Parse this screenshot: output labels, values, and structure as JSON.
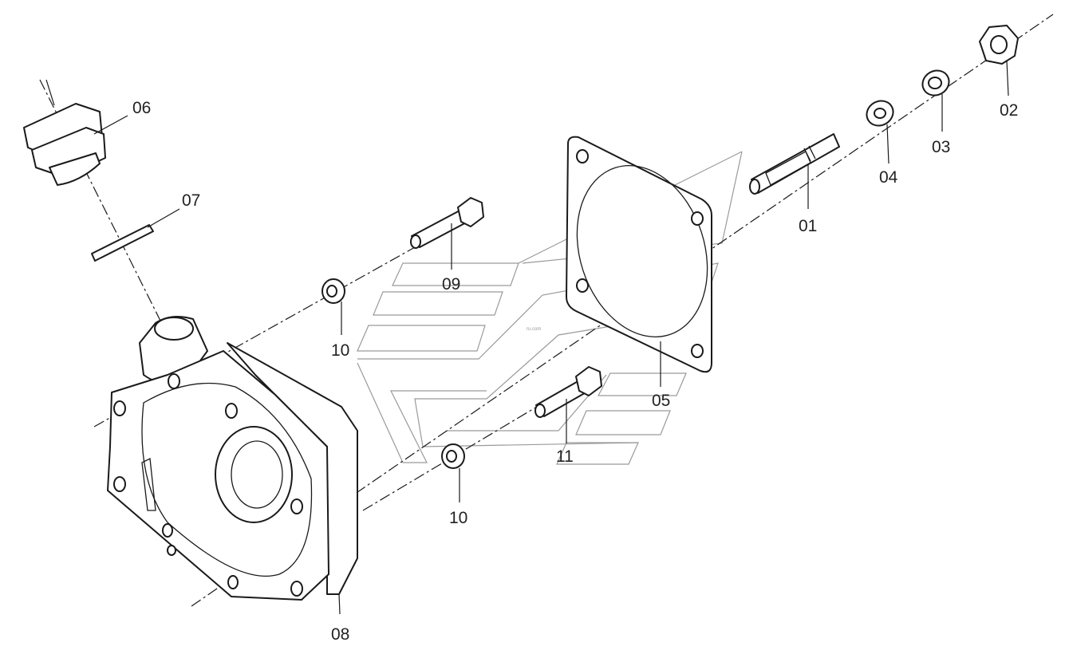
{
  "callouts": {
    "p01": "01",
    "p02": "02",
    "p03": "03",
    "p04": "04",
    "p05": "05",
    "p06": "06",
    "p07": "07",
    "p08": "08",
    "p09": "09",
    "p10a": "10",
    "p10b": "10",
    "p11": "11"
  },
  "watermark": {
    "text": "ru.com"
  }
}
